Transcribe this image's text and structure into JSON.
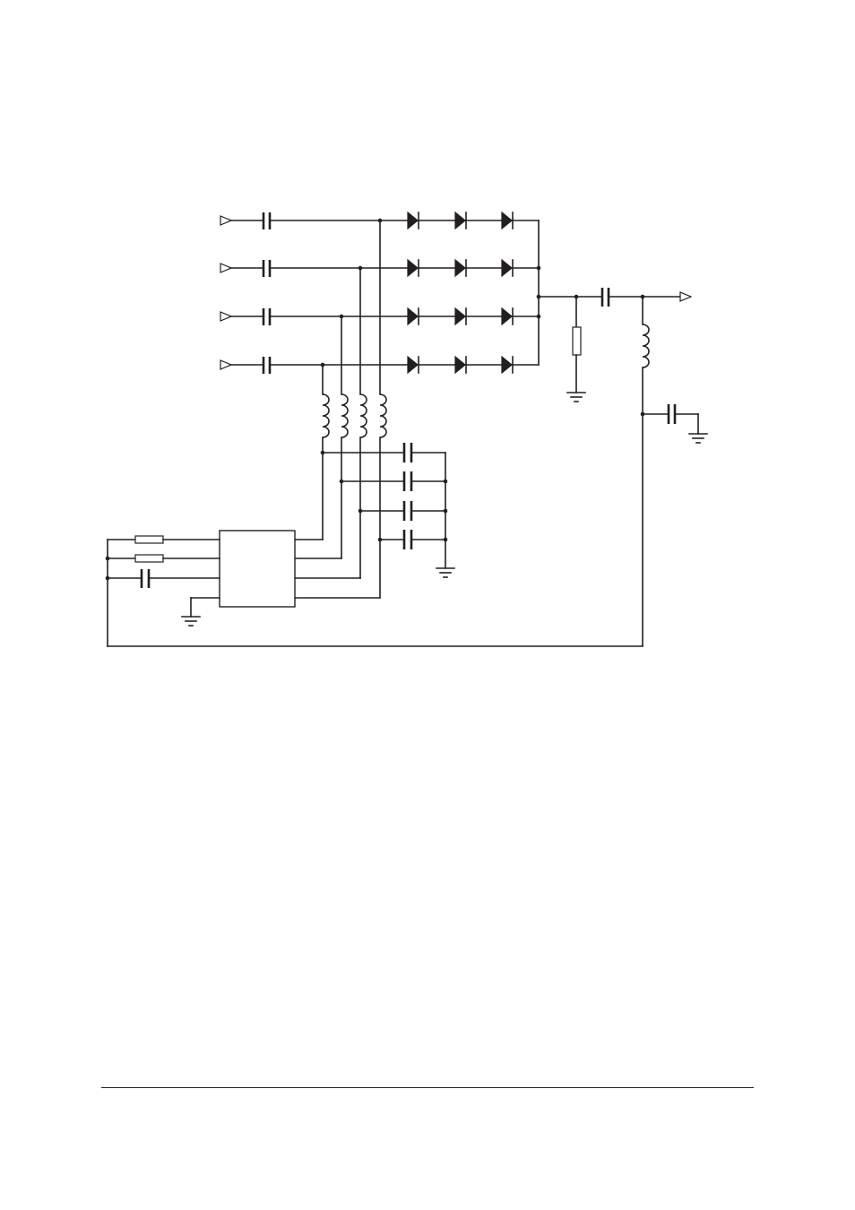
{
  "colors": {
    "ink": "#231f20",
    "paper": "#ffffff"
  },
  "diagram": {
    "kind": "circuit-schematic",
    "input_ports": 4,
    "diodes_per_row": 3,
    "output_ports": 1,
    "ic_blocks": 1
  },
  "footer": {
    "rule": true
  }
}
